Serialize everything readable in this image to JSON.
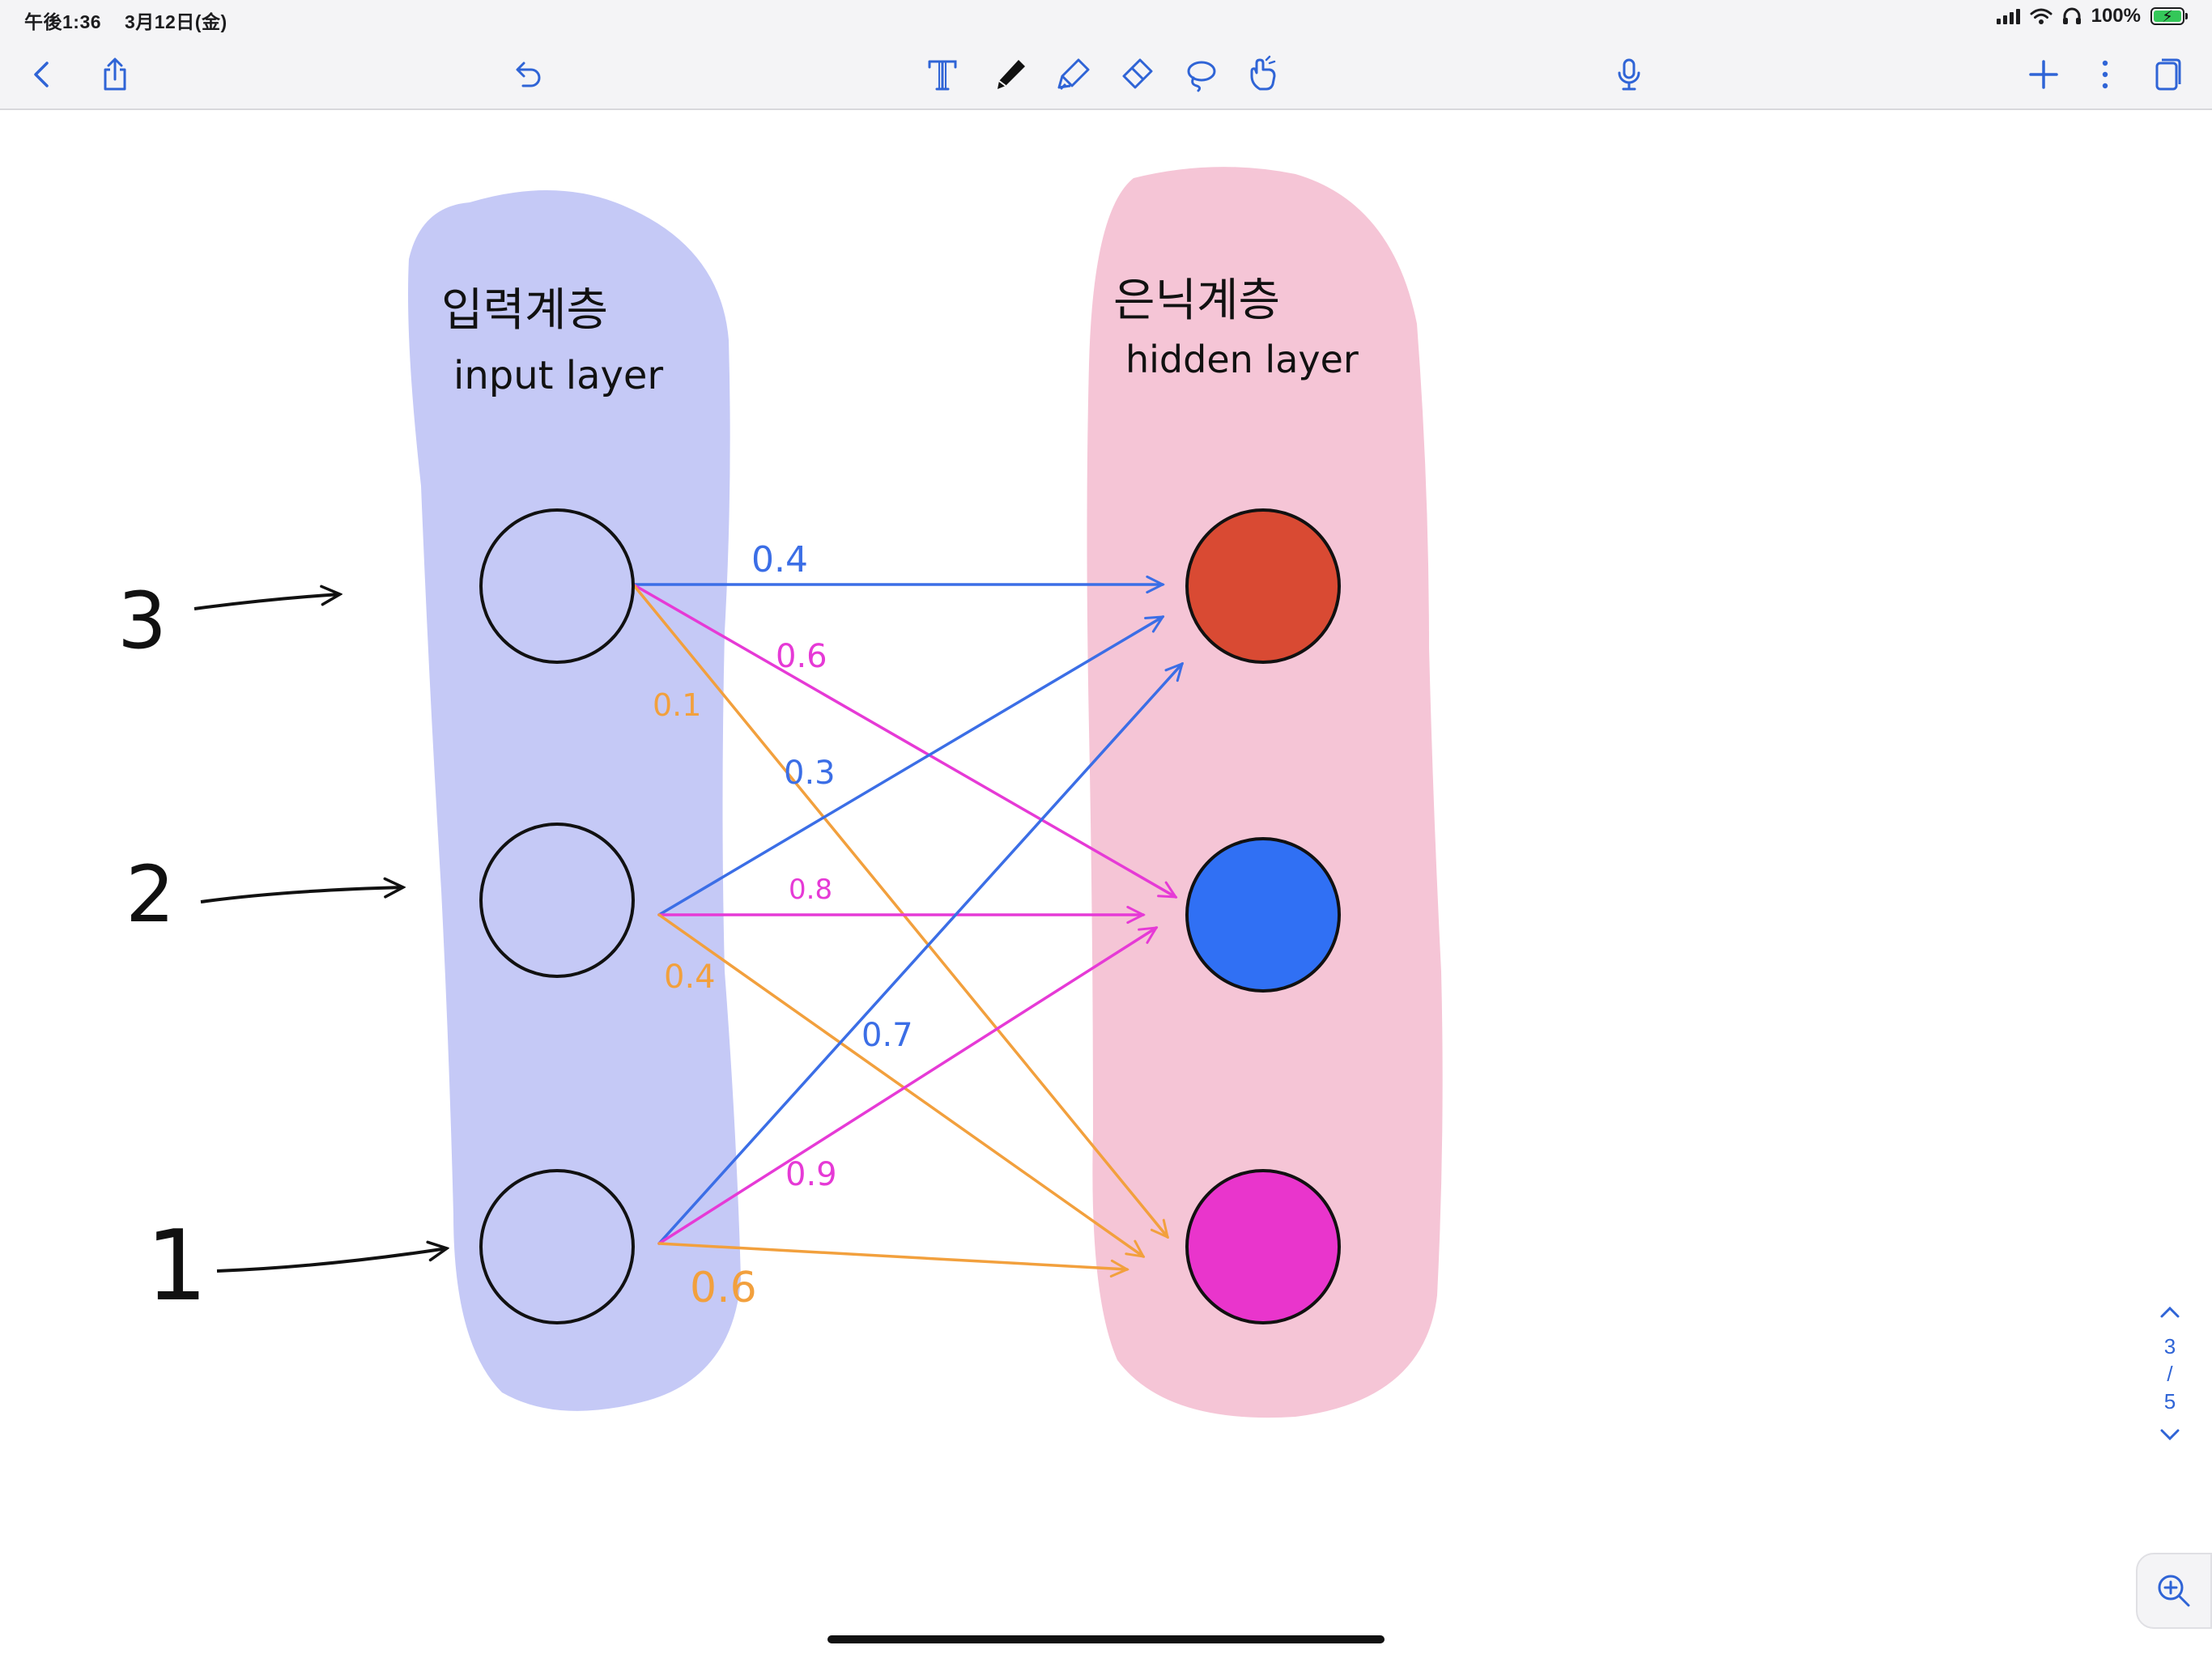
{
  "status_bar": {
    "time": "午後1:36",
    "date": "3月12日(金)",
    "battery": "100%"
  },
  "toolbar": {
    "left": [
      "back-icon",
      "share-icon",
      "undo-icon"
    ],
    "tools": [
      "text-tool-icon",
      "pen-icon",
      "highlighter-icon",
      "eraser-icon",
      "lasso-icon",
      "hand-pointer-icon"
    ],
    "right": [
      "microphone-icon",
      "add-icon",
      "more-icon",
      "pages-icon"
    ],
    "accent": "#2f64d6"
  },
  "diagram": {
    "input_layer": {
      "title_ko": "입력계층",
      "title_en": "input layer",
      "color": "#c5c9f6",
      "inputs": [
        "3",
        "2",
        "1"
      ]
    },
    "hidden_layer": {
      "title_ko": "은닉계층",
      "title_en": "hidden layer",
      "color": "#f5c5d6",
      "node_colors": [
        "#d94a33",
        "#3070f4",
        "#e935cc"
      ]
    },
    "weights": {
      "n3": [
        "0.4",
        "0.6",
        "0.1"
      ],
      "n2": [
        "0.3",
        "0.8",
        "0.4"
      ],
      "n1": [
        "0.7",
        "0.9",
        "0.6"
      ]
    },
    "edge_colors": {
      "to_h1": "#3b6ee6",
      "to_h2": "#e63ad6",
      "to_h3": "#f2a03d"
    }
  },
  "pager": {
    "current": "3",
    "separator": "/",
    "total": "5"
  }
}
